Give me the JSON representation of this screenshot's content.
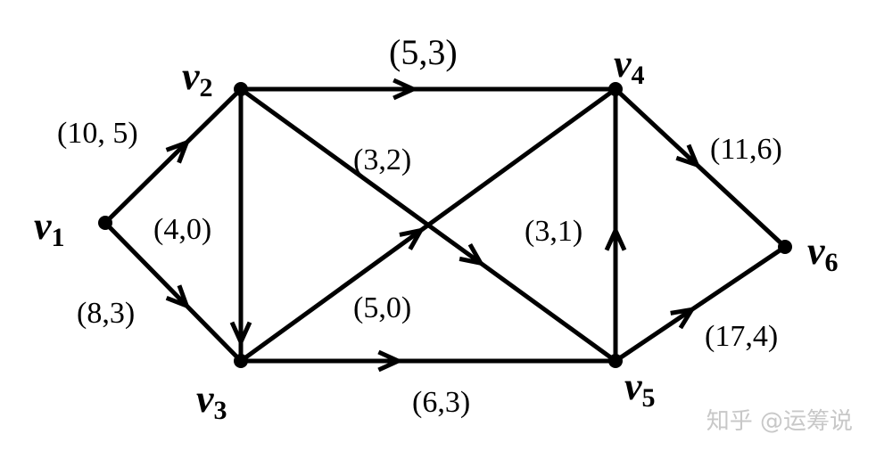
{
  "nodes": [
    {
      "id": "v1",
      "name": "v",
      "sub": "1"
    },
    {
      "id": "v2",
      "name": "v",
      "sub": "2"
    },
    {
      "id": "v3",
      "name": "v",
      "sub": "3"
    },
    {
      "id": "v4",
      "name": "v",
      "sub": "4"
    },
    {
      "id": "v5",
      "name": "v",
      "sub": "5"
    },
    {
      "id": "v6",
      "name": "v",
      "sub": "6"
    }
  ],
  "edges": [
    {
      "from": "v1",
      "to": "v2",
      "label": "(10, 5)"
    },
    {
      "from": "v1",
      "to": "v3",
      "label": "(8,3)"
    },
    {
      "from": "v2",
      "to": "v3",
      "label": "(4,0)"
    },
    {
      "from": "v2",
      "to": "v4",
      "label": "(5,3)"
    },
    {
      "from": "v2",
      "to": "v5",
      "label": "(3,2)"
    },
    {
      "from": "v3",
      "to": "v4",
      "label": "(5,0)"
    },
    {
      "from": "v3",
      "to": "v5",
      "label": "(6,3)"
    },
    {
      "from": "v5",
      "to": "v4",
      "label": "(3,1)"
    },
    {
      "from": "v4",
      "to": "v6",
      "label": "(11,6)"
    },
    {
      "from": "v5",
      "to": "v6",
      "label": "(17,4)"
    }
  ],
  "watermark": "知乎 @运筹说",
  "colors": {
    "stroke": "#000000",
    "watermark": "#c8c8c8"
  }
}
